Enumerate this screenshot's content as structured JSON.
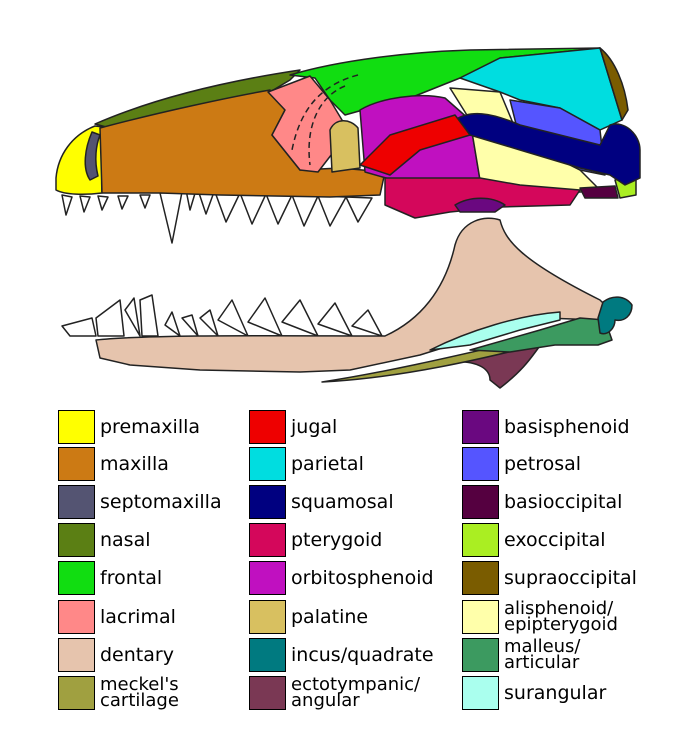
{
  "legend": {
    "columns": [
      [
        {
          "label": "premaxilla",
          "color": "#ffff00"
        },
        {
          "label": "maxilla",
          "color": "#cc7a14"
        },
        {
          "label": "septomaxilla",
          "color": "#545472"
        },
        {
          "label": "nasal",
          "color": "#5b7f14"
        },
        {
          "label": "frontal",
          "color": "#11dd11"
        },
        {
          "label": "lacrimal",
          "color": "#ff8888"
        },
        {
          "label": "dentary",
          "color": "#e6c4ad"
        },
        {
          "label": "meckel's\ncartilage",
          "color": "#a0a040"
        }
      ],
      [
        {
          "label": "jugal",
          "color": "#ee0000"
        },
        {
          "label": "parietal",
          "color": "#00dde0"
        },
        {
          "label": "squamosal",
          "color": "#000080"
        },
        {
          "label": "pterygoid",
          "color": "#d4075b"
        },
        {
          "label": "orbitosphenoid",
          "color": "#c010c0"
        },
        {
          "label": "palatine",
          "color": "#d8c060"
        },
        {
          "label": "incus/quadrate",
          "color": "#007a80"
        },
        {
          "label": "ectotympanic/\nangular",
          "color": "#7a3854"
        }
      ],
      [
        {
          "label": "basisphenoid",
          "color": "#6a0880"
        },
        {
          "label": "petrosal",
          "color": "#5555ff"
        },
        {
          "label": "basioccipital",
          "color": "#550040"
        },
        {
          "label": "exoccipital",
          "color": "#aaee22"
        },
        {
          "label": "supraoccipital",
          "color": "#7a5c00"
        },
        {
          "label": "alisphenoid/\nepipterygoid",
          "color": "#ffffaa"
        },
        {
          "label": "malleus/\narticular",
          "color": "#3c9a60"
        },
        {
          "label": "surangular",
          "color": "#aaffee"
        }
      ]
    ]
  }
}
